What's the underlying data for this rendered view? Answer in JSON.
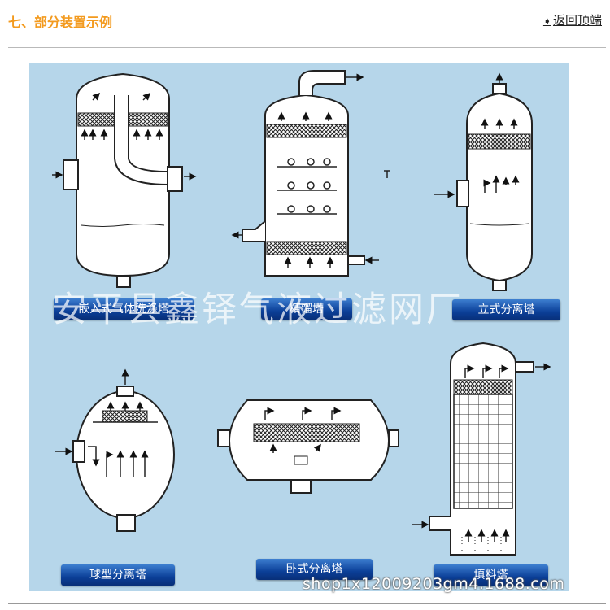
{
  "header": {
    "title": "七、部分装置示例",
    "back_label": "返回顶端",
    "back_icon": "arrow-right-icon"
  },
  "colors": {
    "title": "#f39a1e",
    "panel": "#b6d6ea",
    "label_bar": "#0b3f98",
    "outline": "#222222"
  },
  "devices": [
    {
      "id": "embedded-scrubber",
      "label": "嵌入式气体洗涤塔"
    },
    {
      "id": "rectifying-tower",
      "label": "精馏塔"
    },
    {
      "id": "vertical-separator",
      "label": "立式分离塔"
    },
    {
      "id": "spherical-separator",
      "label": "球型分离塔"
    },
    {
      "id": "horizontal-separator",
      "label": "卧式分离塔"
    },
    {
      "id": "packed-tower",
      "label": "填料塔"
    }
  ],
  "watermark": "安平县鑫铎气液过滤网厂",
  "credit": "shop1x12009203gm4.1688.com"
}
